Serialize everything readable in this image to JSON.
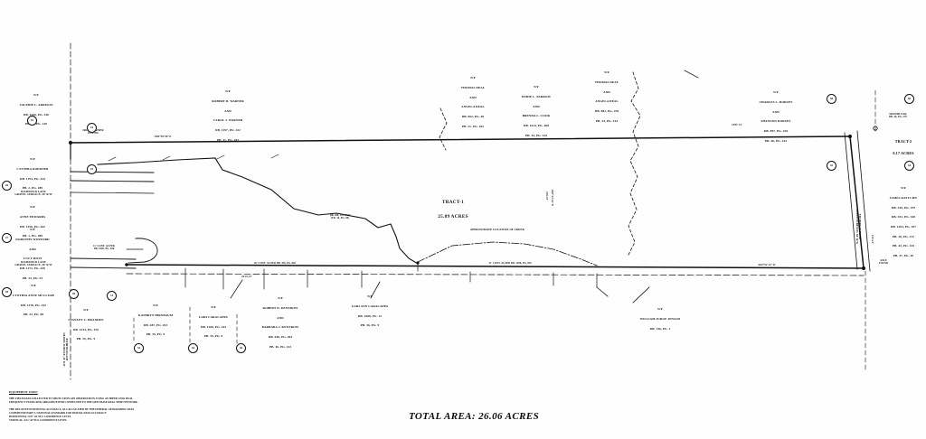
{
  "document": {
    "type": "survey-plat",
    "total_area_label": "TOTAL AREA: 26.06 ACRES"
  },
  "tracts": [
    {
      "id": "tract-1",
      "name": "TRACT-1",
      "area": "25.89 ACRES"
    },
    {
      "id": "tract-2",
      "name": "TRACT-2",
      "area": "0.17 ACRES"
    }
  ],
  "owners": [
    {
      "id": "arrison",
      "prefix": "N/F",
      "lines": [
        "VALERIE L. ARRISON",
        "DB. 1206, PG. 340",
        "PB. 22, PG. 130"
      ]
    },
    {
      "id": "doerner",
      "prefix": "N/F",
      "lines": [
        "CYNTHIA DOERNER",
        "DB. 1194, PG. 434",
        "PB. 2, PG. 289"
      ]
    },
    {
      "id": "edwards",
      "prefix": "N/F",
      "lines": [
        "ANNE EDWARDS",
        "DB. 1256, PG. 642",
        "PB. 1, PG. 289"
      ]
    },
    {
      "id": "wofford",
      "prefix": "N/F",
      "lines": [
        "DOROTHY WOFFORD",
        "AND",
        "LUCY RICH",
        "DB. 1173, PG. 449",
        "PB. 33, PG. 53"
      ]
    },
    {
      "id": "mcclure",
      "prefix": "N/F",
      "lines": [
        "CYNTHIA ANNE MCCLURE",
        "DB. 1376, PG. 342",
        "PB. 22, PG. 98"
      ]
    },
    {
      "id": "branden",
      "prefix": "N/F",
      "lines": [
        "STANLEY C. BRANDEN",
        "DB. 1233, PG. 476",
        "PB. 35, PG. 9"
      ]
    },
    {
      "id": "birnbaum",
      "prefix": "N/F",
      "lines": [
        "KATHRYN BIRNBAUM",
        "DB. 287, PG. 253",
        "PB. 35, PG. 9"
      ]
    },
    {
      "id": "caracappa2",
      "prefix": "N/F",
      "lines": [
        "LORI CARACAPPA",
        "DB. 1266, PG. 344",
        "PB. 35, PG. 9"
      ]
    },
    {
      "id": "warner",
      "prefix": "N/F",
      "lines": [
        "ROBERT B. WARNER",
        "AND",
        "CAROL J. WARNER",
        "DB. 1197, PG. 222",
        "PB. 41, PG. 181"
      ]
    },
    {
      "id": "kentrow",
      "prefix": "N/F",
      "lines": [
        "ROBERT D. KENTROW",
        "AND",
        "BARBARA J. KENTROW",
        "DB. 940, PG. 264",
        "PB. 36, PG. 223"
      ]
    },
    {
      "id": "caracappa",
      "prefix": "N/F",
      "lines": [
        "LORI ANN CARACAPPA",
        "DB. 1080, PG. 12",
        "PB. 36, PG. 9"
      ]
    },
    {
      "id": "deal1",
      "prefix": "N/F",
      "lines": [
        "THOMAS DEAL",
        "AND",
        "ANGELA DEAL",
        "DB. 962, PG. 40",
        "PB. 51, PG. 262"
      ]
    },
    {
      "id": "parrow",
      "prefix": "N/F",
      "lines": [
        "EDDIE L. PARROW",
        "AND",
        "BRENDA L. COOK",
        "DB. 1014, PG. 408",
        "PB. 34, PG. 234"
      ]
    },
    {
      "id": "deal2",
      "prefix": "N/F",
      "lines": [
        "THOMAS DEAL",
        "AND",
        "ANGELA DEAL",
        "DB. 881, PG. 478",
        "PB. 34, PG. 234"
      ]
    },
    {
      "id": "dorsey",
      "prefix": "N/F",
      "lines": [
        "CHARLES L. DORSEY",
        "AND",
        "SHANNON DORSEY",
        "DB. 897, PG. 226",
        "PB. 40, PG. 223"
      ]
    },
    {
      "id": "ratcliff",
      "prefix": "N/F",
      "lines": [
        "JAMES RATCLIFF",
        "DB. 339, PG. 479",
        "DB. 351, PG. 340",
        "DB. 1203, PG. 207",
        "PB. 28, PG. 217",
        "PB. 42, PG. 143",
        "PB. 47, PG. 30"
      ]
    },
    {
      "id": "jenson",
      "prefix": "N/F",
      "lines": [
        "WILLIAM JUDGE JENSON",
        "DB. 146, PG. 1"
      ]
    }
  ],
  "annotations": {
    "iron_corner_found": "IRON CORNER\nFOUND",
    "creek": "APPROXIMATE LOCATION OF CREEK",
    "axle_found": "AXLE\nFOUND",
    "iron_pin_found": "IRON PIN\nFOUND",
    "spanish_oak": "SPANISH OAK\nDB. 46, PG. 270"
  },
  "roads": [
    {
      "id": "richfield-upper",
      "label": "RICHFIELD LANE\nGRAVEL SURFACE, 40' R/W"
    },
    {
      "id": "richfield-lower",
      "label": "RICHFIELD LANE\nGRAVEL SURFACE, 40' R/W"
    },
    {
      "id": "thompson-road",
      "label": "THOMPSON ROAD\nPAVED SURFACE, 60' R/W"
    }
  ],
  "bearings": [
    {
      "id": "north-line-1",
      "text": "N89°56'56\"E"
    },
    {
      "id": "north-line-2",
      "text": "1567.74'"
    },
    {
      "id": "south-line-1",
      "text": "S89°54'12\"W"
    },
    {
      "id": "south-line-2",
      "text": "2413.21'"
    },
    {
      "id": "east-line-1",
      "text": "S00°12'44\"E"
    },
    {
      "id": "east-line-2",
      "text": "410.33'"
    },
    {
      "id": "west-line-1",
      "text": "132.41'"
    },
    {
      "id": "rw-note-1",
      "text": "12' CONT. AS PER\nDB. 1040, PG. 820"
    },
    {
      "id": "rw-note-2",
      "text": "20' CONT. AS PER DB. 390, PG. 820"
    },
    {
      "id": "rw-note-3",
      "text": "12' CONT. AS PER DB. 1280, PG. 820"
    },
    {
      "id": "deed-ref",
      "text": "DB. 980, PG. 2413\n(TR. 10, PG. 58)"
    }
  ],
  "parcel_numbers": [
    "22",
    "23",
    "25",
    "26",
    "27",
    "28",
    "30",
    "31",
    "33",
    "34",
    "36",
    "38",
    "40",
    "42",
    "44",
    "46",
    "48",
    "50",
    "52",
    "54",
    "56",
    "58"
  ],
  "notes": {
    "heading": "EQUIPMENT USED:",
    "body": "THE FIELD DATA COLLECTED TO SHOTS UPON GPS OBSERVATION, USING AN HIPER GNSS DUAL FREQUENCY STATIC/RTK AREA RECEIVER CONNECTED TO THE GRTN BASE REAL TIME NETWORK.\n\nTHE RELATIVE POSITIONAL ACCURACY, AS CALCULATED BY THE FEDERAL GEOGRAPHIC DATA COMMITTEE PART 3, NATIONAL STANDARD FOR SPATIAL DATA ACCURACY:\nHORIZONTAL:    0.07' AT 95% CONFIDENCE LEVEL\nVERTICAL:      0.11' AT 95% CONFIDENCE LEVEL"
  }
}
